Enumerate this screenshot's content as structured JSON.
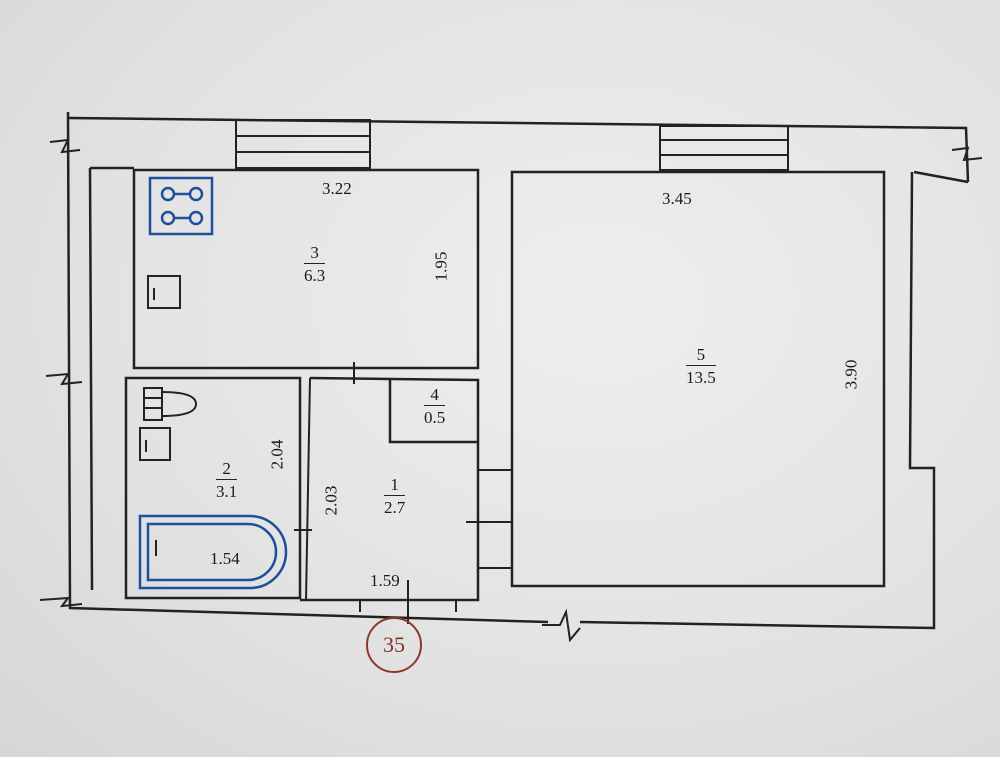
{
  "rooms": [
    {
      "id": "3",
      "area": "6.3"
    },
    {
      "id": "2",
      "area": "3.1"
    },
    {
      "id": "1",
      "area": "2.7"
    },
    {
      "id": "4",
      "area": "0.5"
    },
    {
      "id": "5",
      "area": "13.5"
    }
  ],
  "dimensions": {
    "kitchen_width": "3.22",
    "kitchen_height": "1.95",
    "room5_width": "3.45",
    "room5_height": "3.90",
    "bath_height": "2.04",
    "hall_height": "2.03",
    "hall_width": "1.59",
    "bathtub_length": "1.54"
  },
  "apartment_number": "35",
  "fixtures": [
    "stove-icon",
    "sink-icon",
    "toilet-icon",
    "bathtub-icon"
  ],
  "colors": {
    "lines": "#222222",
    "fixtures": "#1f4f9a",
    "stamp": "#8a3a2a"
  }
}
